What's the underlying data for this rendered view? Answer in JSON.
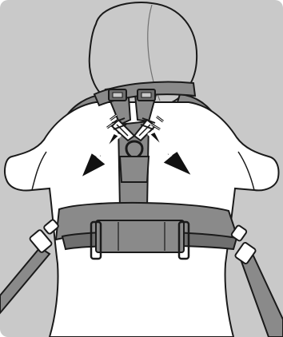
{
  "figure": {
    "subject": "child-harness-rear-view",
    "icons": [
      "chest-strap-tighten-arrow-left",
      "chest-strap-tighten-arrow-right",
      "shoulder-buckle-left",
      "shoulder-buckle-right",
      "d-ring",
      "waist-belt",
      "leash-clip-left",
      "leash-clip-right"
    ],
    "colors": {
      "background": "#c9c9c9",
      "strap": "#8a8a8a",
      "strap_dark": "#6f6f6f",
      "outline": "#1a1a1a",
      "body": "#ffffff",
      "arrow": "#111111"
    }
  }
}
